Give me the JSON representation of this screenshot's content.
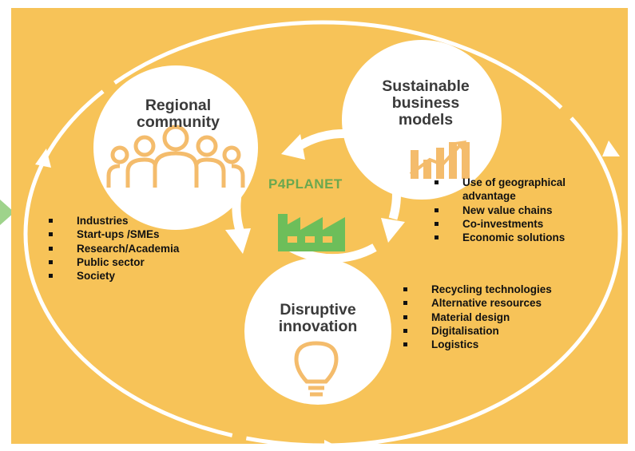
{
  "center": {
    "title": "P4PLANET"
  },
  "nodes": {
    "regional": {
      "label_lines": [
        "Regional",
        "community"
      ]
    },
    "business": {
      "label_lines": [
        "Sustainable",
        "business",
        "models"
      ]
    },
    "innovation": {
      "label_lines": [
        "Disruptive",
        "innovation"
      ]
    }
  },
  "lists": {
    "regional": [
      "Industries",
      "Start-ups /SMEs",
      "Research/Academia",
      "Public sector",
      "Society"
    ],
    "business": [
      "Use of geographical advantage",
      "New value chains",
      "Co-investments",
      "Economic solutions"
    ],
    "innovation": [
      "Recycling technologies",
      "Alternative  resources",
      "Material design",
      "Digitalisation",
      "Logistics"
    ]
  },
  "colors": {
    "background": "#F7C358",
    "circle_fill": "#FFFFFF",
    "text": "#3A3A3A",
    "accent_green": "#6DBE5A",
    "side_arrow": "#9ED38B"
  },
  "icons": [
    "people-group-icon",
    "bar-chart-growth-icon",
    "factory-icon",
    "lightbulb-icon",
    "cycle-arrows-icon"
  ]
}
